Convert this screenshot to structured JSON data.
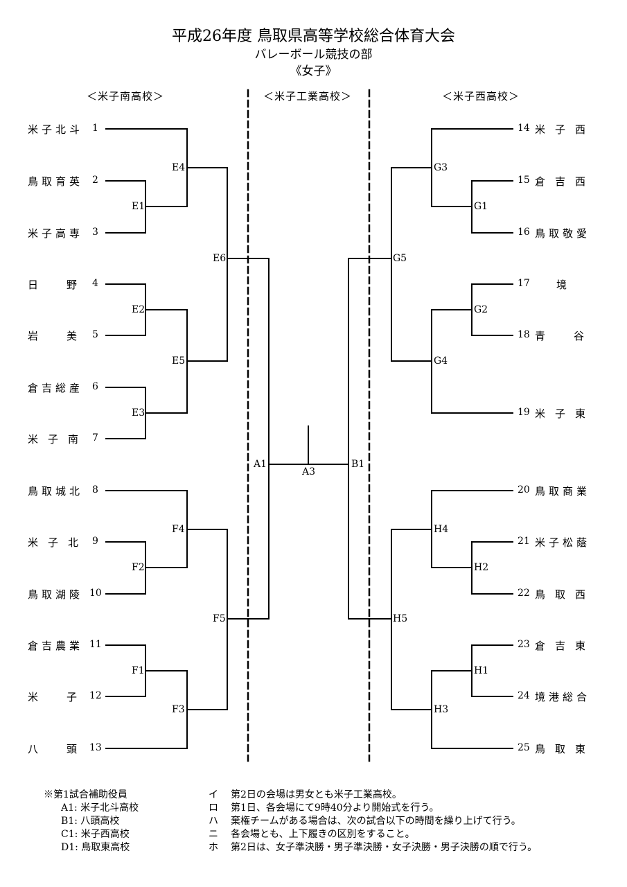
{
  "title": "平成26年度 鳥取県高等学校総合体育大会",
  "subtitle": "バレーボール競技の部",
  "category": "《女子》",
  "venues": {
    "left": "＜米子南高校＞",
    "center": "＜米子工業高校＞",
    "right": "＜米子西高校＞"
  },
  "left_teams": [
    {
      "name": "米子北斗",
      "num": "1"
    },
    {
      "name": "鳥取育英",
      "num": "2"
    },
    {
      "name": "米子高専",
      "num": "3"
    },
    {
      "name": "日　野",
      "num": "4"
    },
    {
      "name": "岩　美",
      "num": "5"
    },
    {
      "name": "倉吉総産",
      "num": "6"
    },
    {
      "name": "米子南",
      "num": "7"
    },
    {
      "name": "鳥取城北",
      "num": "8"
    },
    {
      "name": "米子北",
      "num": "9"
    },
    {
      "name": "鳥取湖陵",
      "num": "10"
    },
    {
      "name": "倉吉農業",
      "num": "11"
    },
    {
      "name": "米　子",
      "num": "12"
    },
    {
      "name": "八　頭",
      "num": "13"
    }
  ],
  "right_teams": [
    {
      "num": "14",
      "name": "米子西"
    },
    {
      "num": "15",
      "name": "倉吉西"
    },
    {
      "num": "16",
      "name": "鳥取敬愛"
    },
    {
      "num": "17",
      "name": "境"
    },
    {
      "num": "18",
      "name": "青　谷"
    },
    {
      "num": "19",
      "name": "米子東"
    },
    {
      "num": "20",
      "name": "鳥取商業"
    },
    {
      "num": "21",
      "name": "米子松蔭"
    },
    {
      "num": "22",
      "name": "鳥取西"
    },
    {
      "num": "23",
      "name": "倉吉東"
    },
    {
      "num": "24",
      "name": "境港総合"
    },
    {
      "num": "25",
      "name": "鳥取東"
    }
  ],
  "matches": {
    "E1": "E1",
    "E2": "E2",
    "E3": "E3",
    "E4": "E4",
    "E5": "E5",
    "E6": "E6",
    "F1": "F1",
    "F2": "F2",
    "F3": "F3",
    "F4": "F4",
    "F5": "F5",
    "G1": "G1",
    "G2": "G2",
    "G3": "G3",
    "G4": "G4",
    "G5": "G5",
    "H1": "H1",
    "H2": "H2",
    "H3": "H3",
    "H4": "H4",
    "H5": "H5",
    "A1": "A1",
    "B1": "B1",
    "A3": "A3"
  },
  "officials": {
    "heading": "※第1試合補助役員",
    "items": [
      "A1: 米子北斗高校",
      "B1: 八頭高校",
      "C1: 米子西高校",
      "D1: 鳥取東高校"
    ]
  },
  "notes": [
    {
      "mark": "イ",
      "text": "第2日の会場は男女とも米子工業高校。"
    },
    {
      "mark": "ロ",
      "text": "第1日、各会場にて9時40分より開始式を行う。"
    },
    {
      "mark": "ハ",
      "text": "棄権チームがある場合は、次の試合以下の時間を繰り上げて行う。"
    },
    {
      "mark": "ニ",
      "text": "各会場とも、上下履きの区別をすること。"
    },
    {
      "mark": "ホ",
      "text": "第2日は、女子準決勝・男子準決勝・女子決勝・男子決勝の順で行う。"
    }
  ]
}
